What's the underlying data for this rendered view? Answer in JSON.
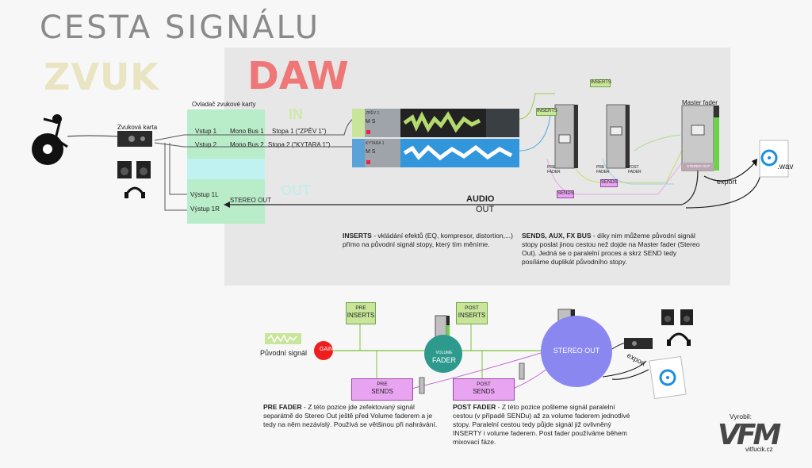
{
  "title": "CESTA SIGNÁLU",
  "sections": {
    "zvuk": "ZVUK",
    "daw": "DAW"
  },
  "sound_card": {
    "device_label": "Zvuková karta",
    "controller_caption": "Ovladač zvukové karty",
    "inputs": [
      {
        "name": "Vstup 1",
        "bus": "Mono Bus 1",
        "track": "Stopa 1 (\"ZPĚV 1\")"
      },
      {
        "name": "Vstup 2",
        "bus": "Mono Bus 2",
        "track": "Stopa 2 (\"KYTARA 1\")"
      }
    ],
    "outputs": [
      {
        "name": "Výstup 1L"
      },
      {
        "name": "Výstup 1R"
      }
    ],
    "stereo_out": "STEREO OUT",
    "in_label": "IN",
    "out_label": "OUT"
  },
  "daw": {
    "tracks": [
      {
        "name": "ZPĚV 1"
      },
      {
        "name": "KYTARA 1"
      }
    ],
    "track_buttons": "M S",
    "mixer": {
      "inserts_tag": "INSERTS",
      "inserts_tag_top": "INSERTS",
      "sends_tag": "SENDS",
      "sends_tag2": "SENDS",
      "pre_fader": "PRE FADER",
      "post_fader": "POST FADER",
      "master_label": "Master fader",
      "master_strip": "STEREO OUT"
    },
    "audio_out": {
      "line1": "AUDIO",
      "line2": "OUT"
    },
    "export_label": "export",
    "file_label": ".wav"
  },
  "inserts_text": {
    "bold": "INSERTS",
    "rest": " - vkládání efektů (EQ, kompresor, distortion,...) přímo na původní signál stopy, který tím měníme."
  },
  "sends_text": {
    "bold": "SENDS, AUX, FX BUS",
    "rest": " - díky nim můžeme původní signál stopy poslat jinou cestou než dojde na Master fader (Stereo Out). Jedná se o paralelní proces a skrz SEND tedy posíláme duplikát původního stopy."
  },
  "bottom_flow": {
    "source": "Původní signál",
    "gain": "GAIN",
    "pre_inserts": [
      "PRE",
      "INSERTS"
    ],
    "post_inserts": [
      "POST",
      "INSERTS"
    ],
    "volume": [
      "VOLUME",
      "FADER"
    ],
    "pre_sends": [
      "PRE",
      "SENDS"
    ],
    "post_sends": [
      "POST",
      "SENDS"
    ],
    "stereo_out": "STEREO OUT",
    "export": "export"
  },
  "pre_fader_text": {
    "bold": "PRE FADER",
    "rest": " -  Z této pozice jde zefektovaný signál separátně do Stereo Out ještě před Volume faderem a je tedy na něm nezávislý. Používá se většinou při nahrávání."
  },
  "post_fader_text": {
    "bold": "POST FADER",
    "rest": " - Z této pozice pošleme signál paralelní cestou (v případě SENDu) až za volume faderem jednotlivé stopy. Paralelní cestou tedy půjde signál již ovlivněný INSERTY i volume faderem. Post fader používáme během mixovací fáze."
  },
  "credit": {
    "label": "Vyrobil:",
    "logo": "VFM",
    "url": "vitfucik.cz"
  },
  "colors": {
    "green": "#c8e59a",
    "pink": "#e8a4f0",
    "teal": "#2e9a8e",
    "violet": "#8a87f0",
    "red": "#ee1e1e"
  }
}
